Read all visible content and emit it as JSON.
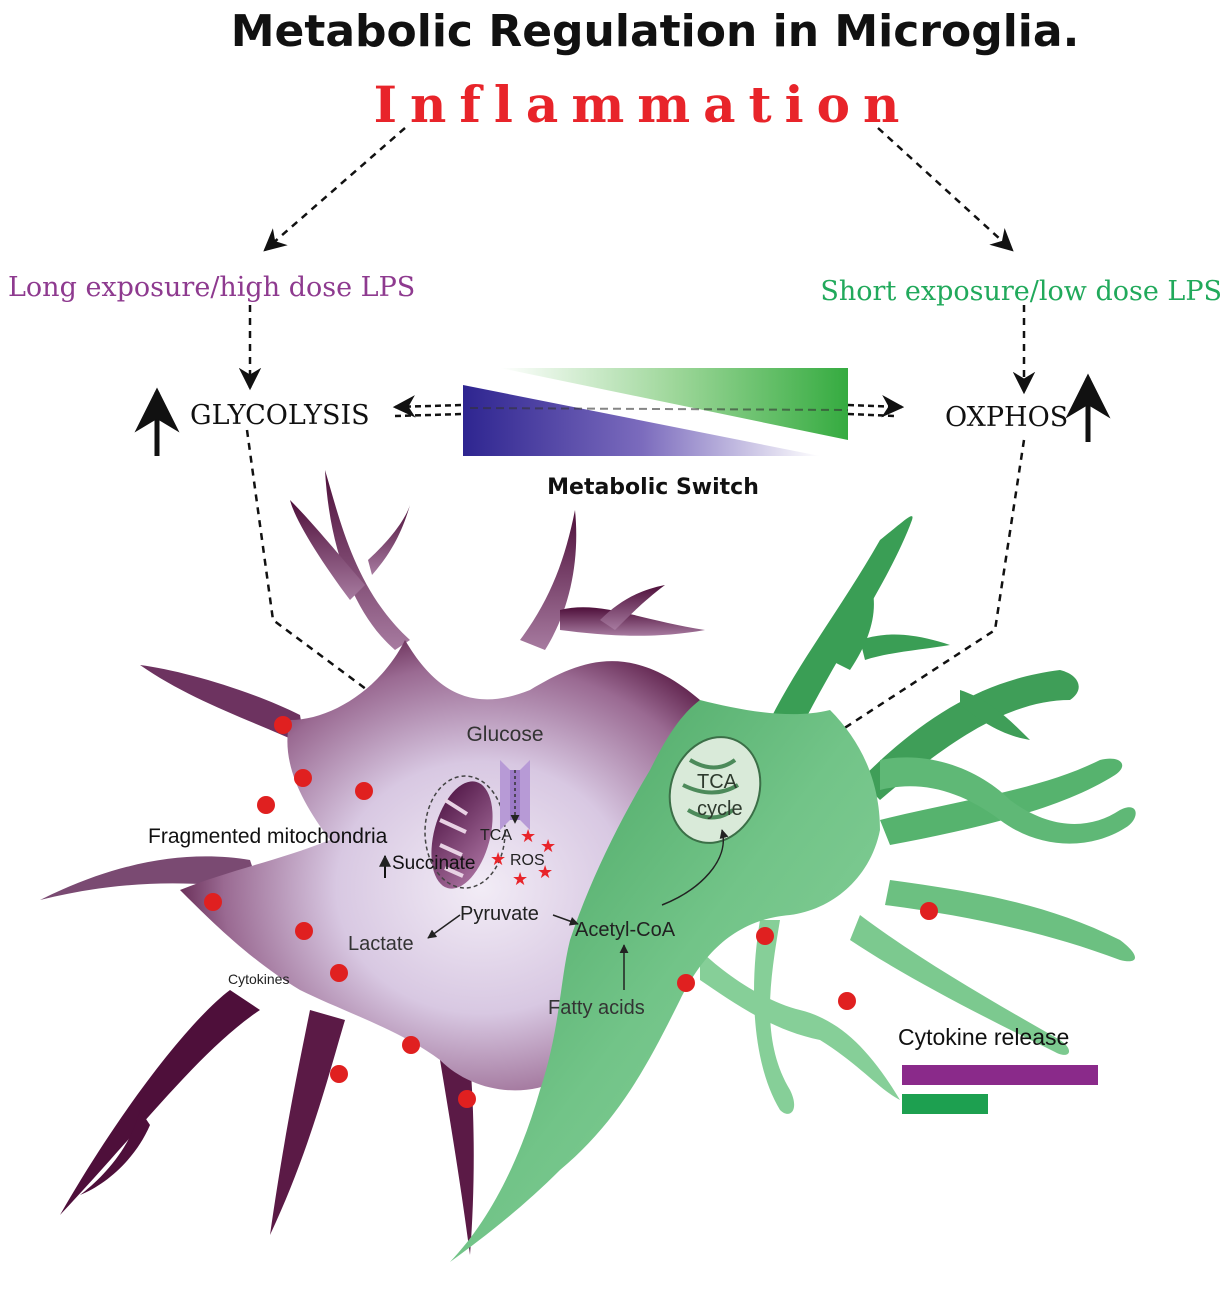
{
  "title": "Metabolic Regulation  in  Microglia.",
  "trigger": "Inflammation",
  "left_condition": "Long exposure/high dose LPS",
  "right_condition": "Short exposure/low dose LPS",
  "left_pathway": "GLYCOLYSIS",
  "right_pathway": "OXPHOS",
  "switch_label": "Metabolic Switch",
  "labels": {
    "glucose": "Glucose",
    "fragmented_mito": "Fragmented mitochondria",
    "tca_small": "TCA",
    "succinate": "Succinate",
    "ros": "ROS",
    "pyruvate": "Pyruvate",
    "lactate": "Lactate",
    "acetyl_coa": "Acetyl-CoA",
    "fatty_acids": "Fatty acids",
    "cytokines": "Cytokines",
    "tca_cycle_1": "TCA",
    "tca_cycle_2": "cycle",
    "cytokine_release": "Cytokine release"
  },
  "colors": {
    "trigger": "#e8242a",
    "left": "#8e3a8f",
    "right": "#21a95b",
    "cell_left_dark": "#5a1840",
    "cell_left_light": "#e6dced",
    "cell_right": "#7ec98f",
    "cell_right_dark": "#3ea05a",
    "dot": "#e02020",
    "bar_left": "#8a2a8a",
    "bar_right": "#1da050",
    "switch_purple": "#3b2a8f",
    "switch_green": "#3fae45"
  },
  "cytokine_release_levels": {
    "left": 1.0,
    "right": 0.44
  }
}
